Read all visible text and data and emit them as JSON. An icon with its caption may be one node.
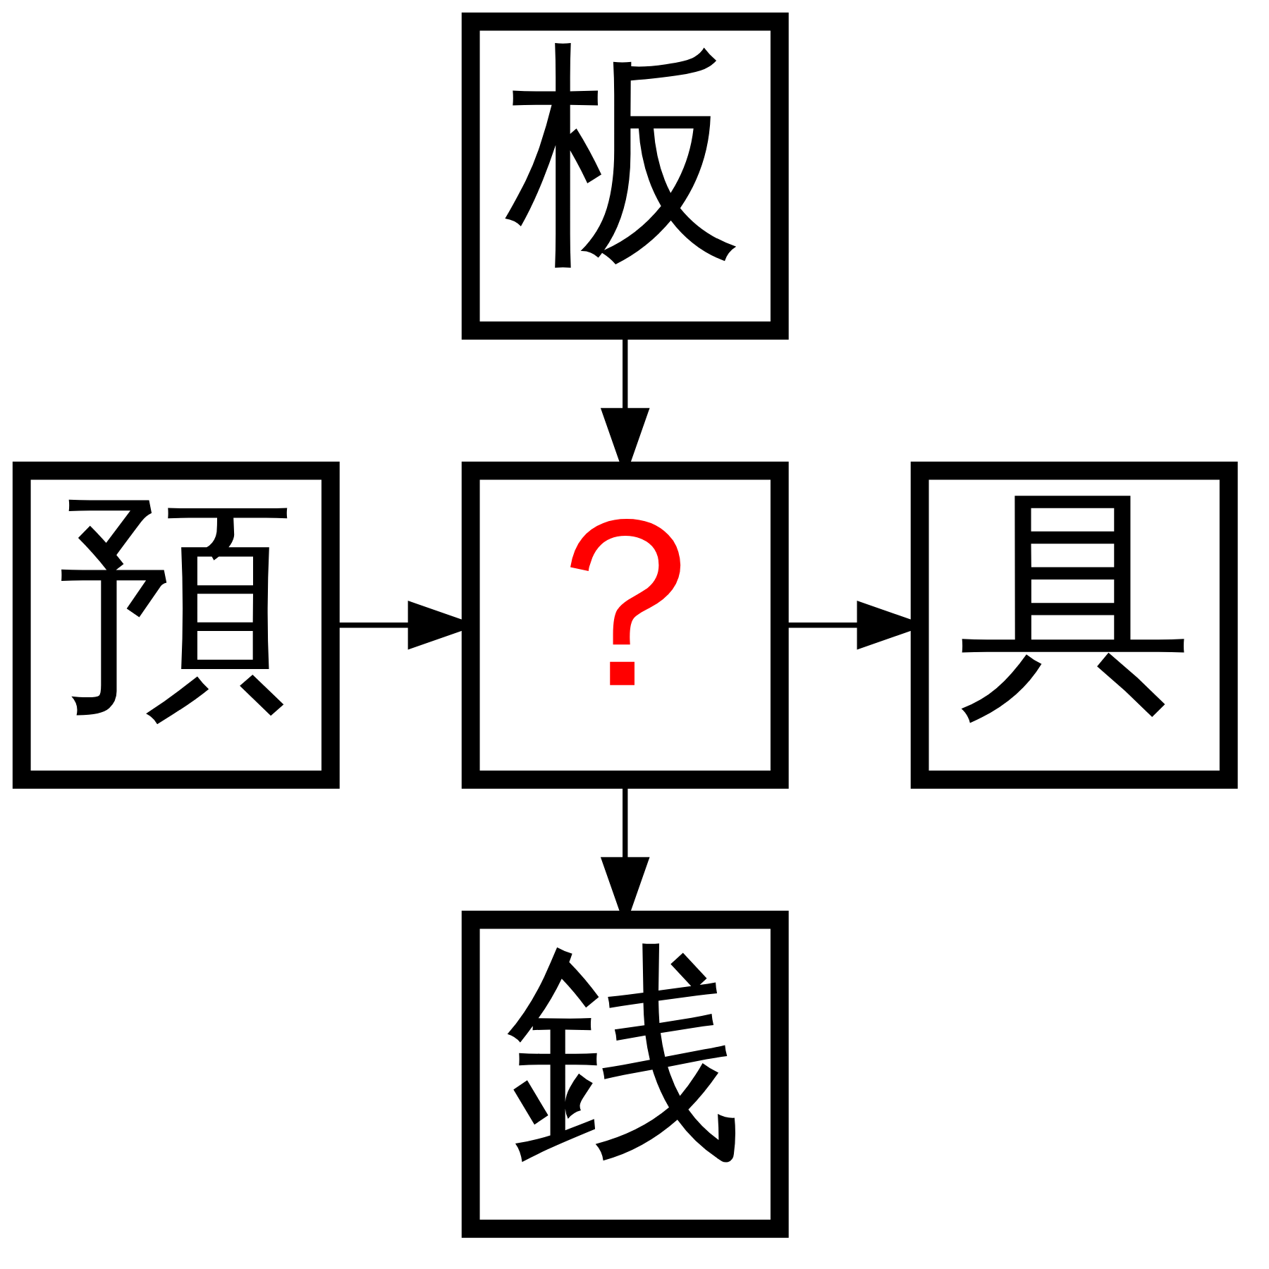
{
  "diagram": {
    "nodes": [
      {
        "text": [
          "板"
        ]
      },
      {
        "text": [
          "預"
        ]
      },
      {
        "text": [
          "？"
        ]
      },
      {
        "text": [
          "具"
        ]
      },
      {
        "text": [
          "銭"
        ]
      }
    ],
    "edges": [
      {
        "from": 0,
        "to": 2,
        "arrow": "to"
      },
      {
        "from": 1,
        "to": 2,
        "arrow": "to"
      },
      {
        "from": 2,
        "to": 3,
        "arrow": "to"
      },
      {
        "from": 2,
        "to": 4,
        "arrow": "to"
      }
    ]
  }
}
